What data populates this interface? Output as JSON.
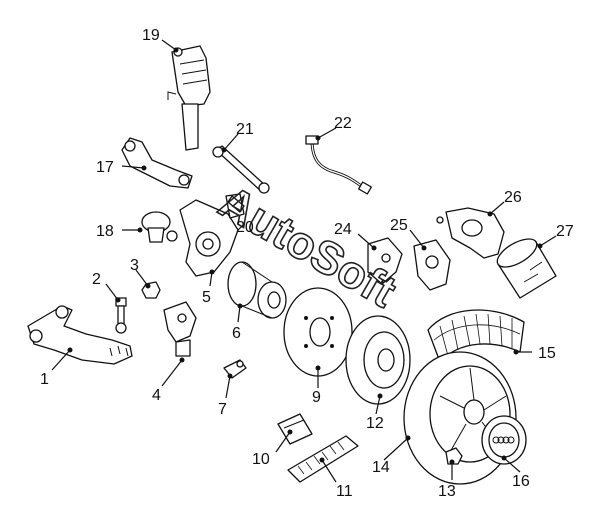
{
  "watermark": "AutoSoft",
  "callouts": {
    "c1": "1",
    "c2": "2",
    "c3": "3",
    "c4": "4",
    "c5": "5",
    "c6": "6",
    "c7": "7",
    "c9": "9",
    "c10": "10",
    "c11": "11",
    "c12": "12",
    "c13": "13",
    "c14": "14",
    "c15": "15",
    "c16": "16",
    "c17": "17",
    "c18": "18",
    "c19": "19",
    "c20": "20",
    "c21": "21",
    "c22": "22",
    "c24": "24",
    "c25": "25",
    "c26": "26",
    "c27": "27"
  }
}
